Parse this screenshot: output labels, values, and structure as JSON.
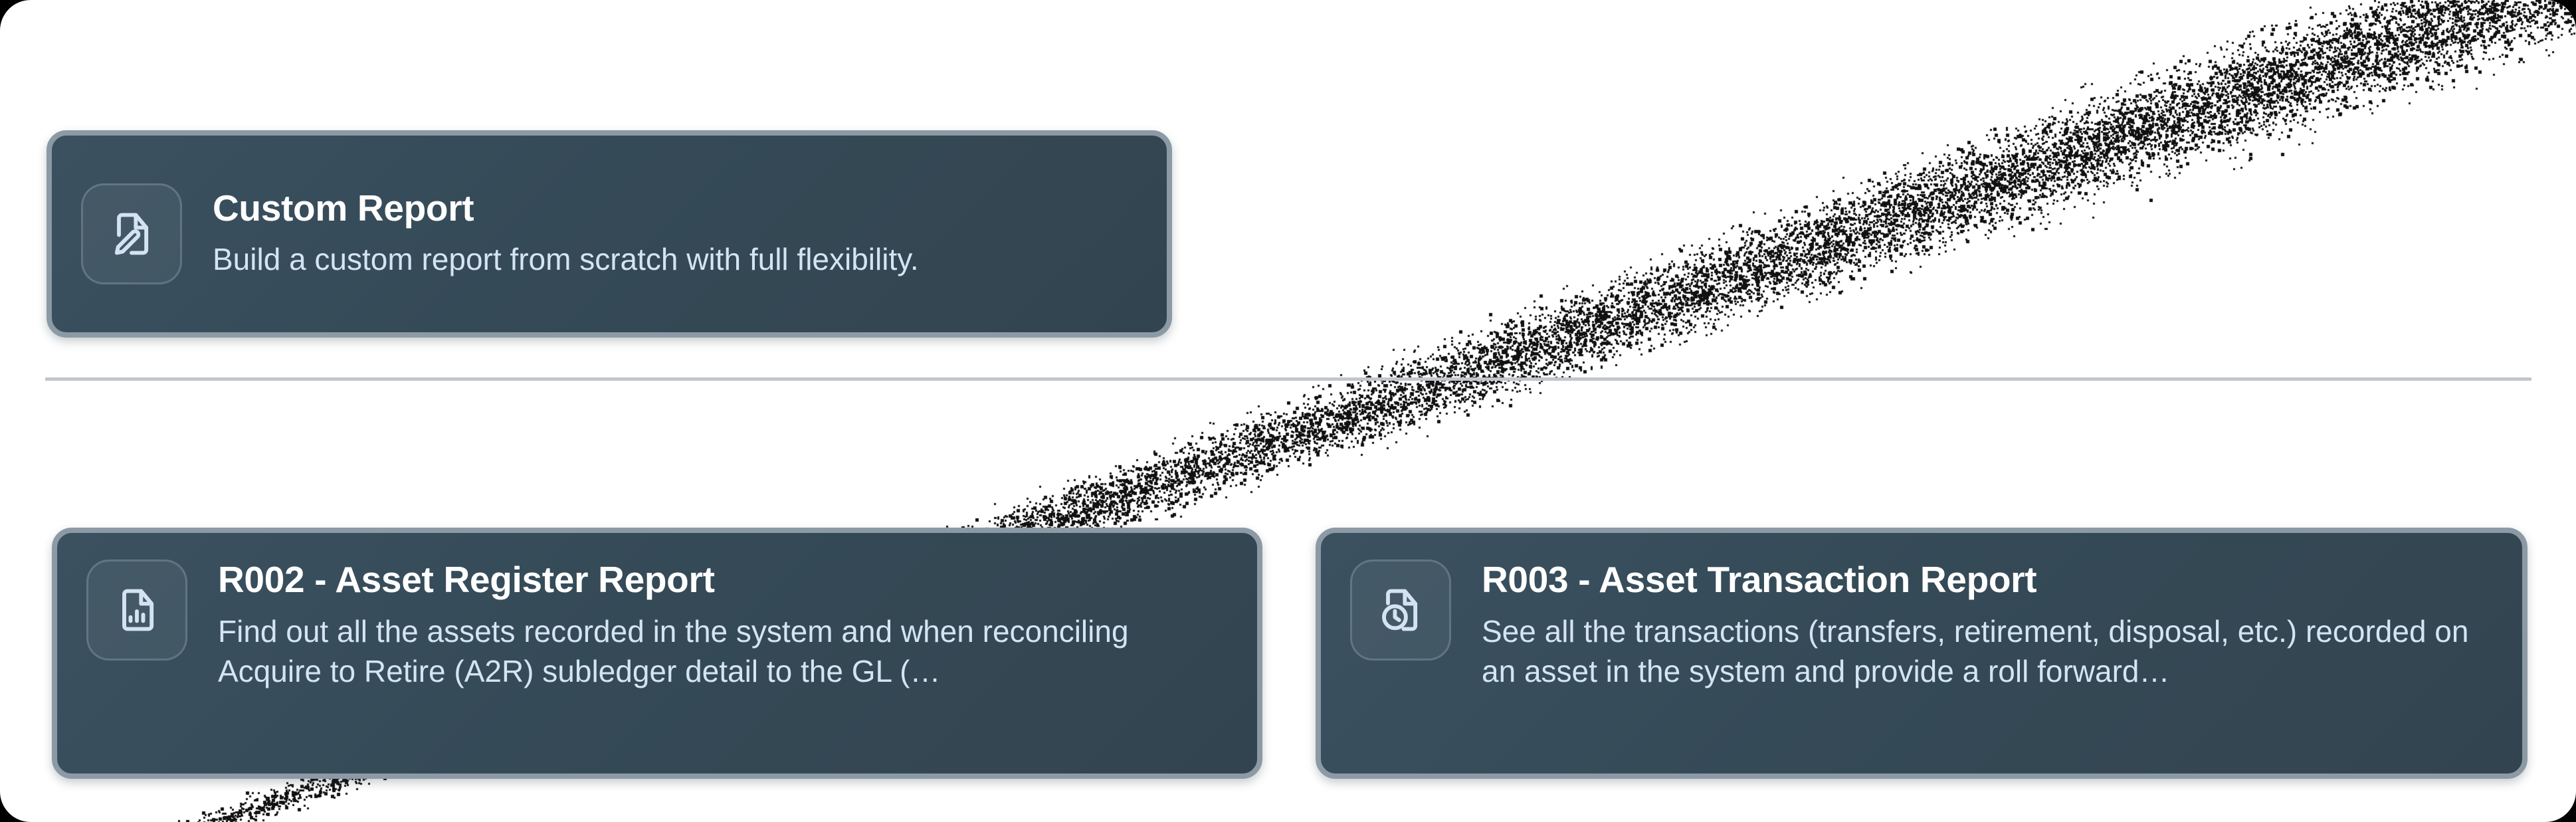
{
  "page": {
    "background": "#ffffff",
    "card_fill": "#354a57",
    "card_border": "#8c9aa5",
    "title_color": "#ffffff",
    "desc_color": "#d4e4f3",
    "divider_color": "#c2c6cb"
  },
  "featured": {
    "icon": "document-edit-icon",
    "title": "Custom Report",
    "description": "Build a custom report from scratch with full flexibility."
  },
  "divider": {
    "name": "section-divider"
  },
  "reports": [
    {
      "icon": "document-chart-icon",
      "title": "R002 - Asset Register Report",
      "description": "Find out all the assets recorded in the system and when reconciling Acquire to Retire (A2R) subledger detail to the GL (…"
    },
    {
      "icon": "document-clock-icon",
      "title": "R003 - Asset Transaction Report",
      "description": "See all the transactions (transfers, retirement, disposal, etc.) recorded on an asset in the system and provide a roll forward…"
    }
  ]
}
